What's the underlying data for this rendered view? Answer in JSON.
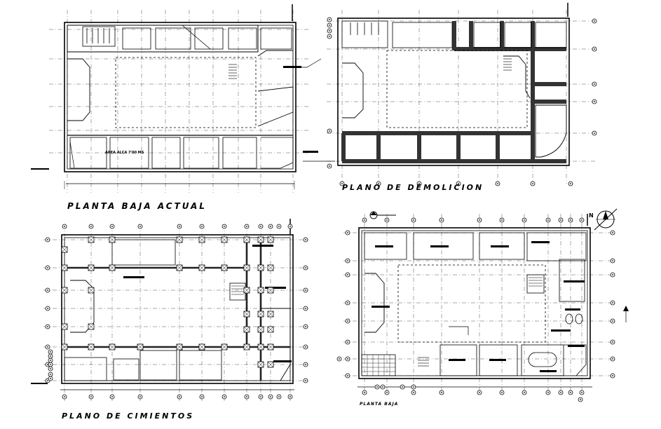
{
  "drawing": {
    "panels": [
      {
        "id": "planta-baja-actual",
        "title": "PLANTA BAJA ACTUAL",
        "room_label": "AREA ALCA 7'00 MS"
      },
      {
        "id": "plano-de-demolicion",
        "title": "PLANO DE DEMOLICION"
      },
      {
        "id": "plano-de-cimientos",
        "title": "PLANO DE CIMIENTOS"
      },
      {
        "id": "planta-baja",
        "title": "PLANTA BAJA",
        "north_label": "N"
      }
    ],
    "colors": {
      "line": "#000000",
      "dash": "#444444",
      "background": "#ffffff"
    }
  }
}
